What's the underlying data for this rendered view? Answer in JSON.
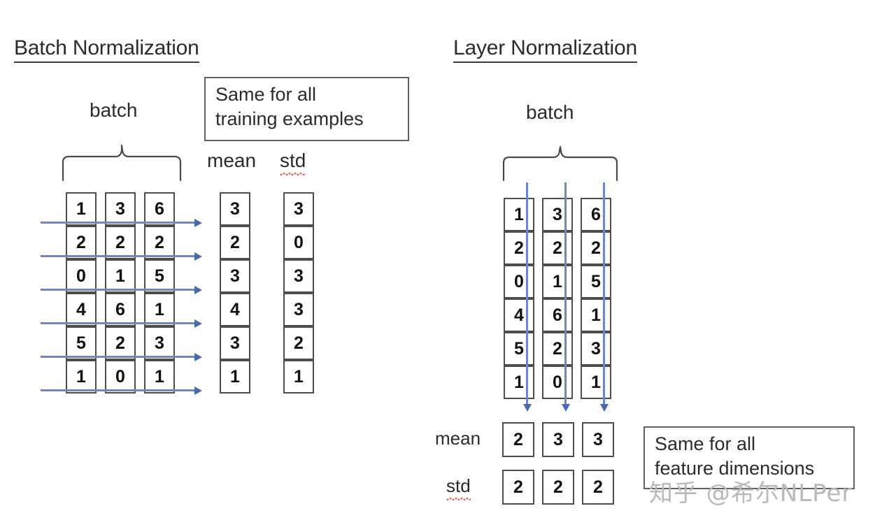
{
  "page": {
    "background": "#ffffff",
    "ink": "#2b2b2b",
    "accent_blue": "#6b87c9",
    "arrow_blue": "#4a68ae",
    "spellcheck_red": "#e06666",
    "watermark_color": "#b9b9b9"
  },
  "left": {
    "title": "Batch Normalization",
    "batch_label": "batch",
    "mean_label": "mean",
    "std_label": "std",
    "callout": {
      "line1": "Same for all",
      "line2": "training examples"
    },
    "matrix": {
      "rows": 6,
      "cols": 3,
      "columns": [
        [
          "1",
          "2",
          "0",
          "4",
          "5",
          "1"
        ],
        [
          "3",
          "2",
          "1",
          "6",
          "2",
          "0"
        ],
        [
          "6",
          "2",
          "5",
          "1",
          "3",
          "1"
        ]
      ]
    },
    "mean_column": [
      "3",
      "2",
      "3",
      "4",
      "3",
      "1"
    ],
    "std_column": [
      "3",
      "0",
      "3",
      "3",
      "2",
      "1"
    ],
    "arrow_direction": "horizontal-right",
    "arrow_count": 6
  },
  "right": {
    "title": "Layer Normalization",
    "batch_label": "batch",
    "mean_label": "mean",
    "std_label": "std",
    "callout": {
      "line1": "Same for all",
      "line2": "feature dimensions"
    },
    "matrix": {
      "rows": 6,
      "cols": 3,
      "columns": [
        [
          "1",
          "2",
          "0",
          "4",
          "5",
          "1"
        ],
        [
          "3",
          "2",
          "1",
          "6",
          "2",
          "0"
        ],
        [
          "6",
          "2",
          "5",
          "1",
          "3",
          "1"
        ]
      ]
    },
    "mean_row": [
      "2",
      "3",
      "3"
    ],
    "std_row": [
      "2",
      "2",
      "2"
    ],
    "arrow_direction": "vertical-down",
    "arrow_count": 3
  },
  "watermark": {
    "text": "知乎 @希尔NLPer"
  }
}
